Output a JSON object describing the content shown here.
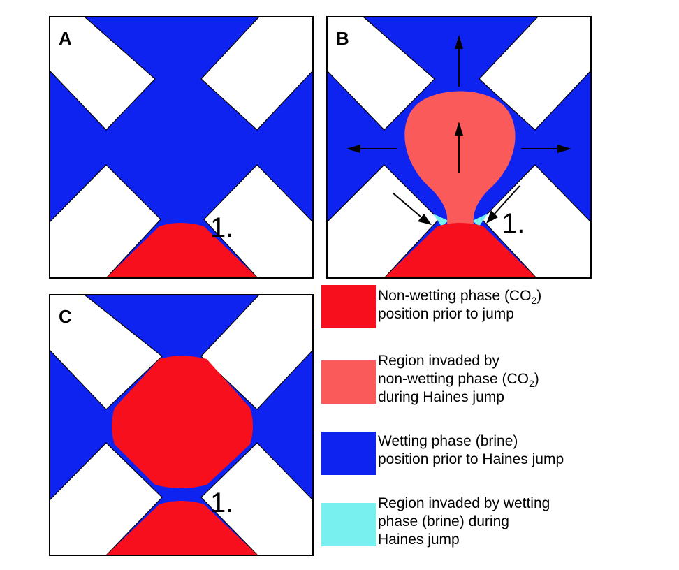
{
  "panels": {
    "a": {
      "letter": "A",
      "pore_marker": "1."
    },
    "b": {
      "letter": "B",
      "pore_marker": "1."
    },
    "c": {
      "letter": "C",
      "pore_marker": "1."
    }
  },
  "colors": {
    "non_wetting_prior": "#f80f1e",
    "non_wetting_invaded": "#fa5a5a",
    "wetting_prior": "#0f23f0",
    "wetting_invaded": "#78f0f0",
    "grain": "#ffffff",
    "outline": "#000000"
  },
  "legend": [
    {
      "color_key": "non_wetting_prior",
      "lines": [
        [
          "Non-wetting phase (CO",
          "2",
          ")"
        ],
        [
          "position prior to jump"
        ]
      ]
    },
    {
      "color_key": "non_wetting_invaded",
      "lines": [
        [
          "Region invaded by"
        ],
        [
          "non-wetting phase (CO",
          "2",
          ")"
        ],
        [
          "during Haines jump"
        ]
      ]
    },
    {
      "color_key": "wetting_prior",
      "lines": [
        [
          "Wetting phase (brine)"
        ],
        [
          "position prior to Haines jump"
        ]
      ]
    },
    {
      "color_key": "wetting_invaded",
      "lines": [
        [
          "Region invaded by wetting"
        ],
        [
          "phase (brine) during"
        ],
        [
          "Haines jump"
        ]
      ]
    }
  ]
}
